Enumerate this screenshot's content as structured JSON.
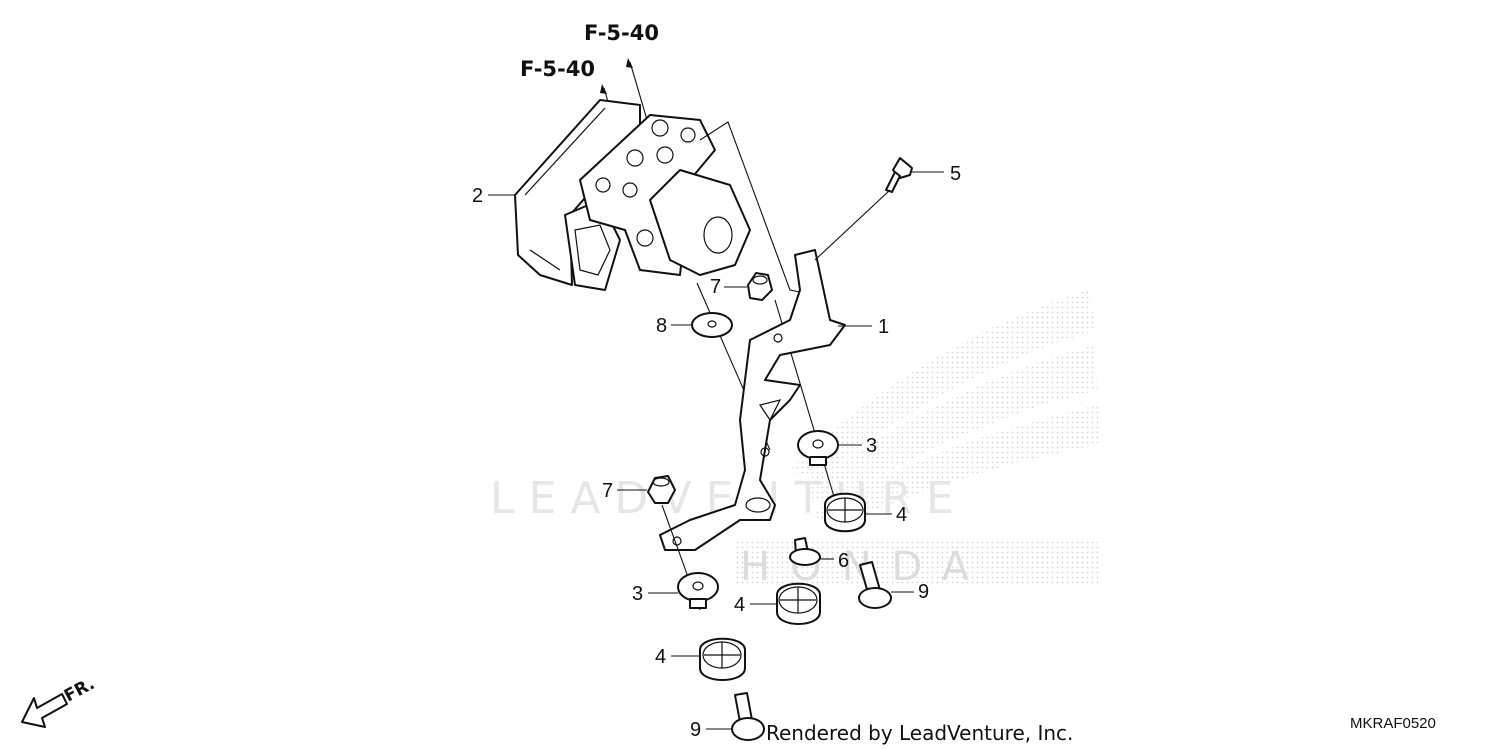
{
  "diagram": {
    "references": [
      "F-5-40",
      "F-5-40"
    ],
    "callouts": {
      "c1": "1",
      "c2": "2",
      "c3a": "3",
      "c3b": "3",
      "c4a": "4",
      "c4b": "4",
      "c4c": "4",
      "c5": "5",
      "c6": "6",
      "c7a": "7",
      "c7b": "7",
      "c8": "8",
      "c9a": "9",
      "c9b": "9"
    },
    "direction_label": "FR.",
    "watermark": "LEADVENTURE",
    "watermark_brand": "HONDA",
    "footer_credit": "Rendered by LeadVenture, Inc.",
    "diagram_code": "MKRAF0520",
    "colors": {
      "ink": "#111111",
      "watermark": "#e6e6e6",
      "background": "#ffffff"
    }
  }
}
